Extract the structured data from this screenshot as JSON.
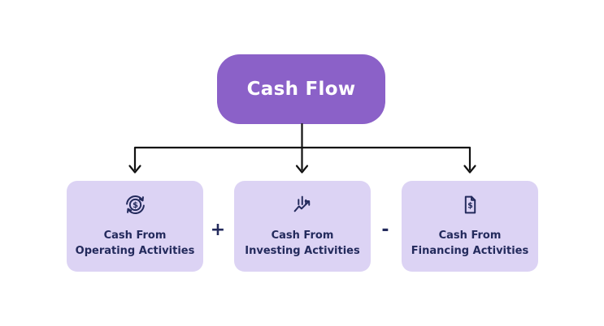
{
  "diagram": {
    "root_label": "Cash Flow",
    "operators": {
      "plus": "+",
      "minus": "-"
    },
    "children": [
      {
        "line1": "Cash From",
        "line2": "Operating Activities",
        "icon": "dollar-cycle-icon"
      },
      {
        "line1": "Cash From",
        "line2": "Investing Activities",
        "icon": "bar-chart-growth-icon"
      },
      {
        "line1": "Cash From",
        "line2": "Financing Activities",
        "icon": "invoice-dollar-icon"
      }
    ],
    "icons": {
      "dollar_glyph": "$"
    },
    "colors": {
      "root_bg": "#8B61C8",
      "root_text": "#FFFFFF",
      "child_bg": "#DCD3F4",
      "child_text": "#232A5C",
      "connector": "#111111",
      "canvas_bg": "#FFFFFF"
    }
  }
}
